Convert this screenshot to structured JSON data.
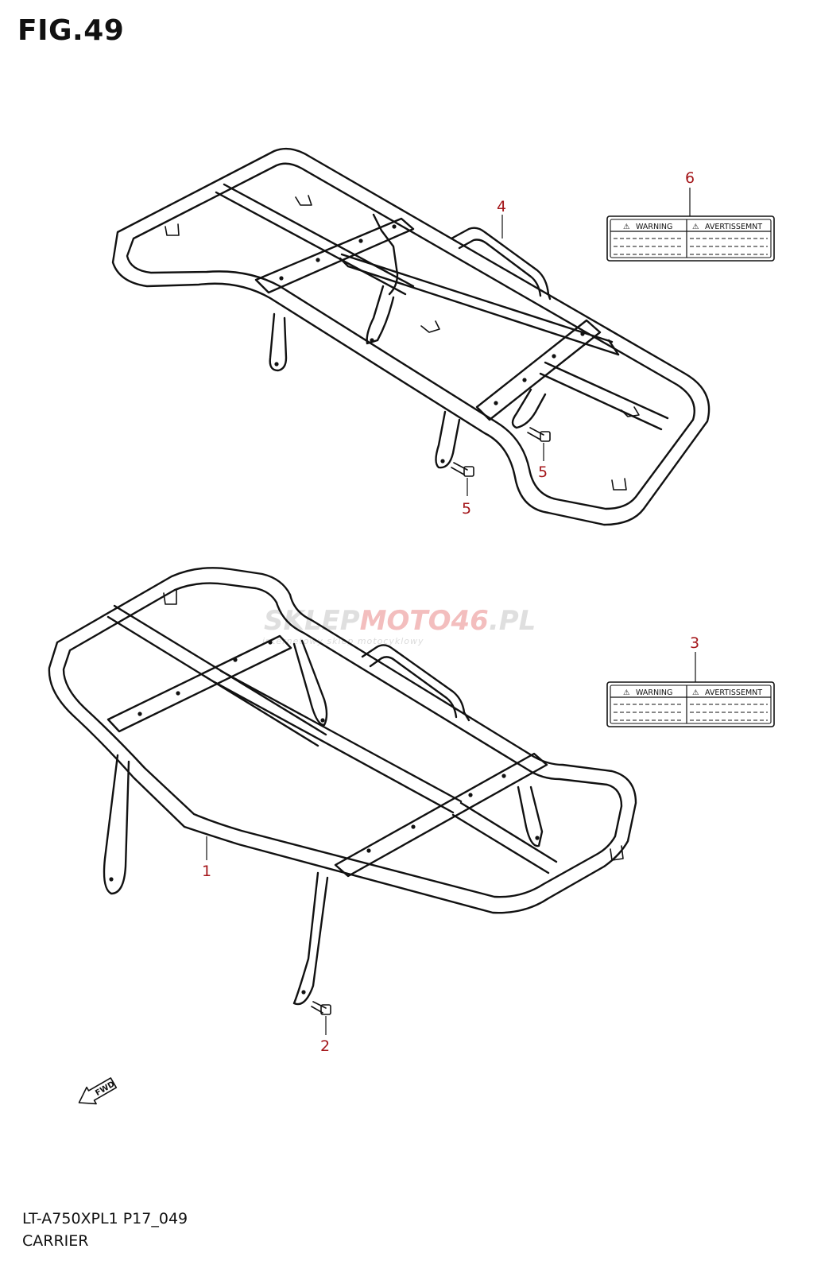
{
  "figure": {
    "title": "FIG.49",
    "model_code": "LT-A750XPL1 P17_049",
    "section_name": "CARRIER"
  },
  "callouts": [
    "1",
    "2",
    "3",
    "4",
    "5",
    "5",
    "6"
  ],
  "warning_label": {
    "warning_text": "WARNING",
    "avertissement_text": "AVERTISSEMNT"
  },
  "fwd_arrow": {
    "text": "FWD"
  },
  "watermark": {
    "brand_part1": "SKLEP",
    "brand_part2": "MOTO",
    "brand_part3": "46",
    "brand_part4": ".PL",
    "tagline": "internetowy sklep motocyklowy"
  },
  "colors": {
    "callout": "#a4161a",
    "line": "#111111",
    "watermark_light": "#d8d8d8",
    "watermark_accent": "#f2b8b8"
  }
}
